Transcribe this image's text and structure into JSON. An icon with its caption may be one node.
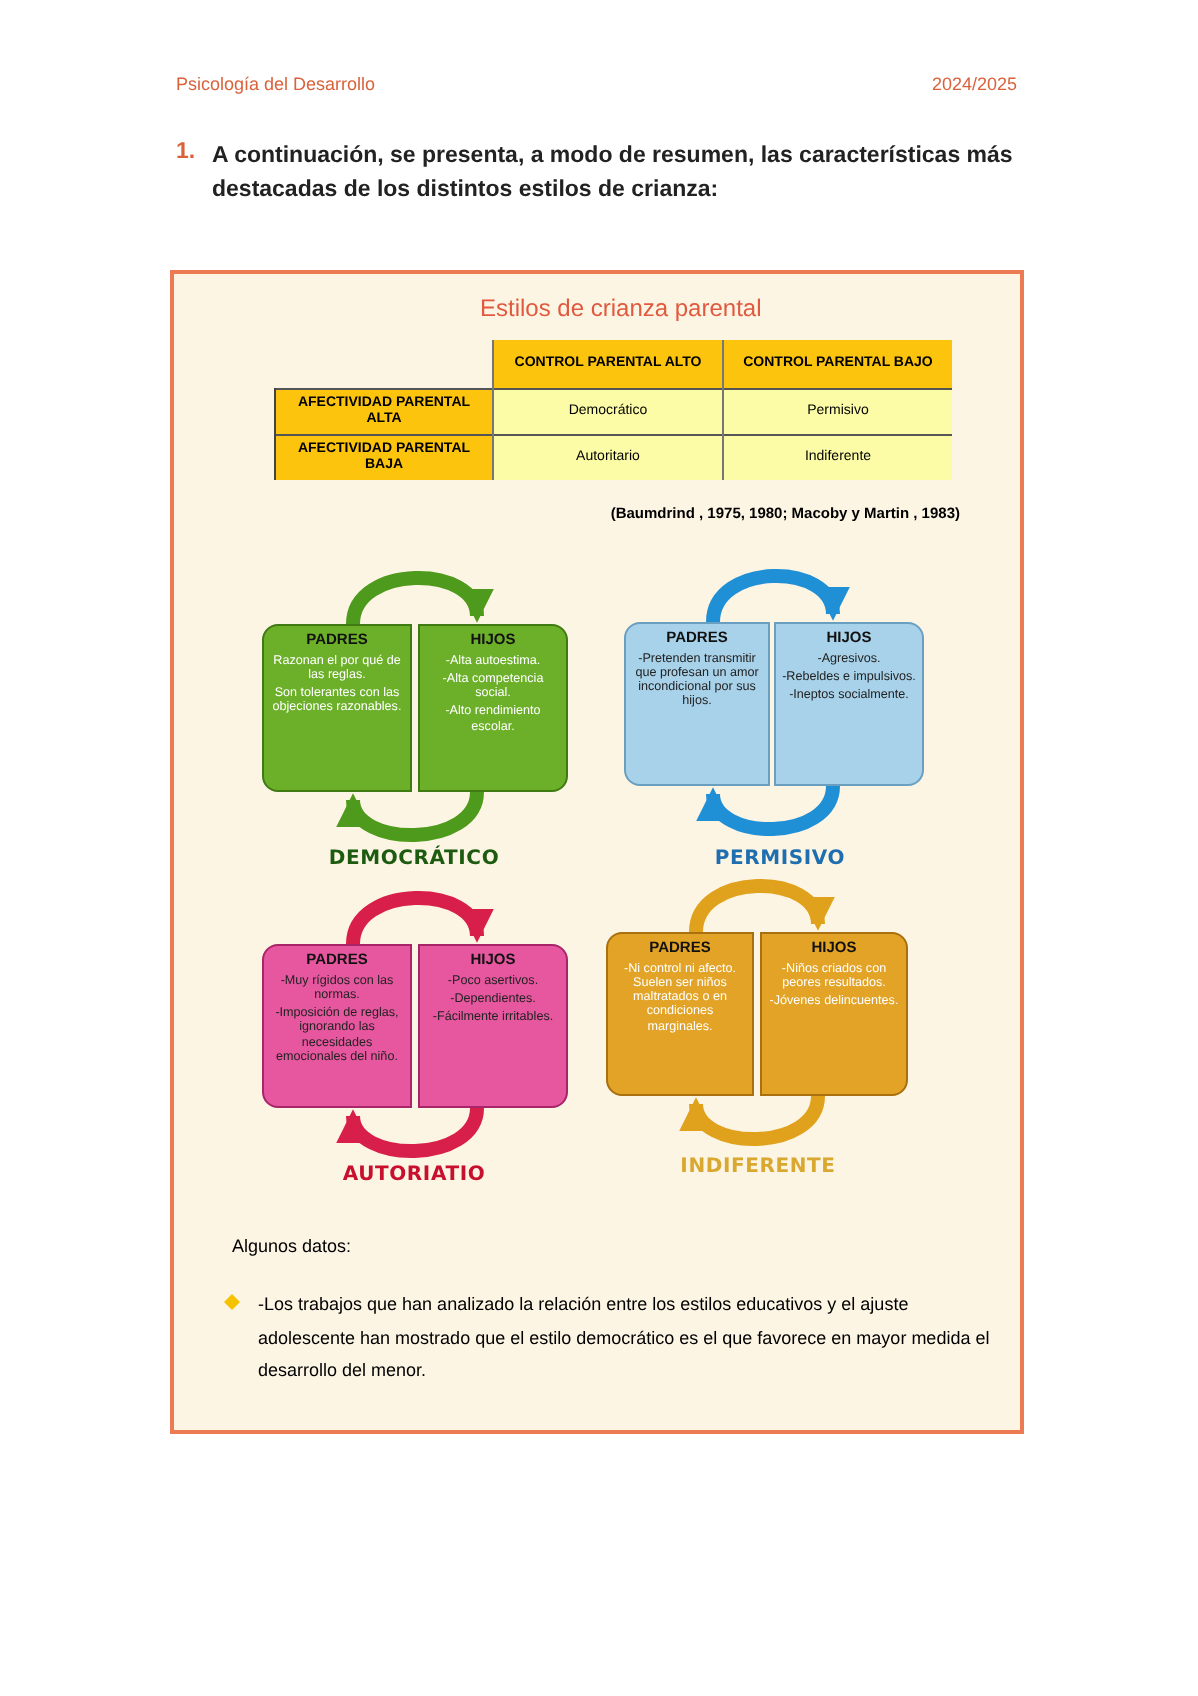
{
  "diagram": {
    "title": "Estilos de crianza parental",
    "nodes": [
      {
        "text": [
          "PADRES",
          "Razonan el por qué de las reglas.",
          "Son tolerantes con las objeciones razonables."
        ]
      },
      {
        "text": [
          "HIJOS",
          "-Alta autoestima.",
          "-Alta competencia social.",
          "-Alto rendimiento escolar."
        ]
      },
      {
        "text": [
          "PADRES",
          "-Pretenden transmitir que profesan un amor incondicional por sus hijos."
        ]
      },
      {
        "text": [
          "HIJOS",
          "-Agresivos.",
          "-Rebeldes e impulsivos.",
          "-Ineptos socialmente."
        ]
      },
      {
        "text": [
          "PADRES",
          "-Muy rígidos con las normas.",
          "-Imposición de reglas, ignorando las necesidades emocionales del niño."
        ]
      },
      {
        "text": [
          "HIJOS",
          "-Poco asertivos.",
          "-Dependientes.",
          "-Fácilmente irritables."
        ]
      },
      {
        "text": [
          "PADRES",
          "-Ni control ni afecto. Suelen ser niños maltratados o en condiciones marginales."
        ]
      },
      {
        "text": [
          "HIJOS",
          "-Niños criados con peores resultados.",
          "-Jóvenes delincuentes."
        ]
      }
    ],
    "edges": [
      {
        "from": 0,
        "to": 1,
        "arrow": "to",
        "color": "#4e9a1c"
      },
      {
        "from": 1,
        "to": 0,
        "arrow": "to",
        "color": "#4e9a1c"
      },
      {
        "from": 2,
        "to": 3,
        "arrow": "to",
        "color": "#1f8fd6"
      },
      {
        "from": 3,
        "to": 2,
        "arrow": "to",
        "color": "#1f8fd6"
      },
      {
        "from": 4,
        "to": 5,
        "arrow": "to",
        "color": "#d81e4a"
      },
      {
        "from": 5,
        "to": 4,
        "arrow": "to",
        "color": "#d81e4a"
      },
      {
        "from": 6,
        "to": 7,
        "arrow": "to",
        "color": "#e0a21c"
      },
      {
        "from": 7,
        "to": 6,
        "arrow": "to",
        "color": "#e0a21c"
      }
    ],
    "labels": [
      "Psicología del Desarrollo",
      "2024/2025",
      "1.",
      "A continuación, se presenta, a modo de resumen, las características más destacadas de los distintos estilos de crianza:",
      "CONTROL PARENTAL ALTO",
      "CONTROL PARENTAL BAJO",
      "AFECTIVIDAD PARENTAL ALTA",
      "Democrático",
      "Permisivo",
      "AFECTIVIDAD PARENTAL BAJA",
      "Autoritario",
      "Indiferente",
      "(Baumdrind , 1975, 1980; Macoby y Martin , 1983)",
      "DEMOCRÁTICO",
      "PERMISIVO",
      "AUTORIATIO",
      "INDIFERENTE",
      "Algunos datos:",
      "-Los trabajos que han analizado la relación entre los estilos educativos y el ajuste adolescente han mostrado que el estilo democrático es el que favorece en mayor medida el desarrollo del menor."
    ]
  }
}
